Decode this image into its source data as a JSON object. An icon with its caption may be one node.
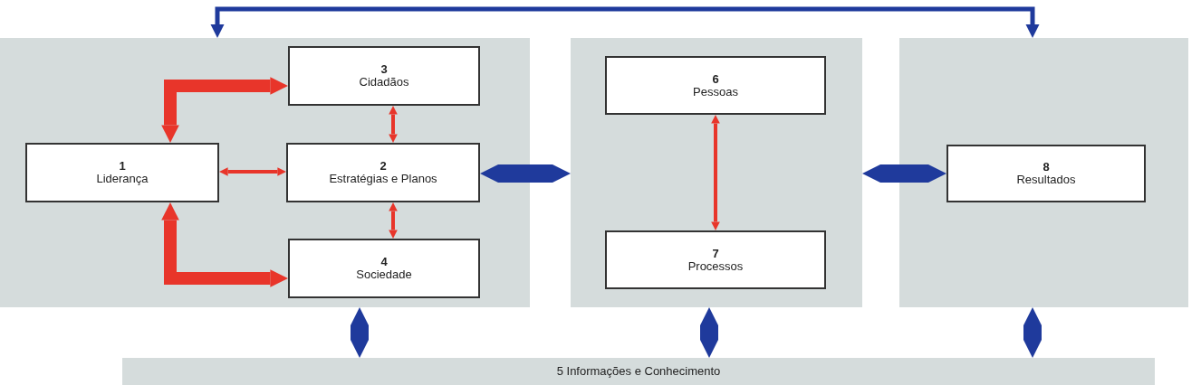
{
  "diagram": {
    "nodes": [
      {
        "text": [],
        "shape": "box"
      },
      {
        "text": [
          "3",
          "Cidadãos"
        ],
        "in": 0
      },
      {
        "text": [
          "1",
          "Liderança"
        ],
        "in": 0
      },
      {
        "text": [
          "2",
          "Estratégias e Planos"
        ],
        "in": 0
      },
      {
        "text": [
          "4",
          "Sociedade"
        ],
        "in": 0
      },
      {
        "text": [],
        "shape": "box"
      },
      {
        "text": [
          "6",
          "Pessoas"
        ],
        "in": 5
      },
      {
        "text": [
          "7",
          "Processos"
        ],
        "in": 5
      },
      {
        "text": [],
        "shape": "box"
      },
      {
        "text": [
          "8",
          "Resultados"
        ],
        "in": 8
      },
      {
        "text": [
          "5 Informações e Conhecimento"
        ]
      }
    ],
    "edges": [
      {
        "from": 0,
        "to": 8,
        "arrow": "both",
        "color": "#1f3a9c"
      },
      {
        "from": 1,
        "to": 3,
        "arrow": "both",
        "color": "#e8352a"
      },
      {
        "from": 2,
        "to": 3,
        "arrow": "both",
        "color": "#e8352a"
      },
      {
        "from": 3,
        "to": 4,
        "arrow": "both",
        "color": "#e8352a"
      },
      {
        "from": 6,
        "to": 7,
        "arrow": "both",
        "color": "#e8352a"
      },
      {
        "from": 3,
        "to": 5,
        "arrow": "both",
        "color": "#1f3a9c"
      },
      {
        "from": 5,
        "to": 9,
        "arrow": "both",
        "color": "#1f3a9c"
      },
      {
        "from": 0,
        "to": 10,
        "arrow": "both",
        "color": "#1f3a9c"
      },
      {
        "from": 5,
        "to": 10,
        "arrow": "both",
        "color": "#1f3a9c"
      },
      {
        "from": 8,
        "to": 10,
        "arrow": "both",
        "color": "#1f3a9c"
      },
      {
        "from": 2,
        "to": 1,
        "arrow": "both",
        "color": "#e8352a"
      },
      {
        "from": 2,
        "to": 4,
        "arrow": "both",
        "color": "#e8352a"
      }
    ]
  }
}
